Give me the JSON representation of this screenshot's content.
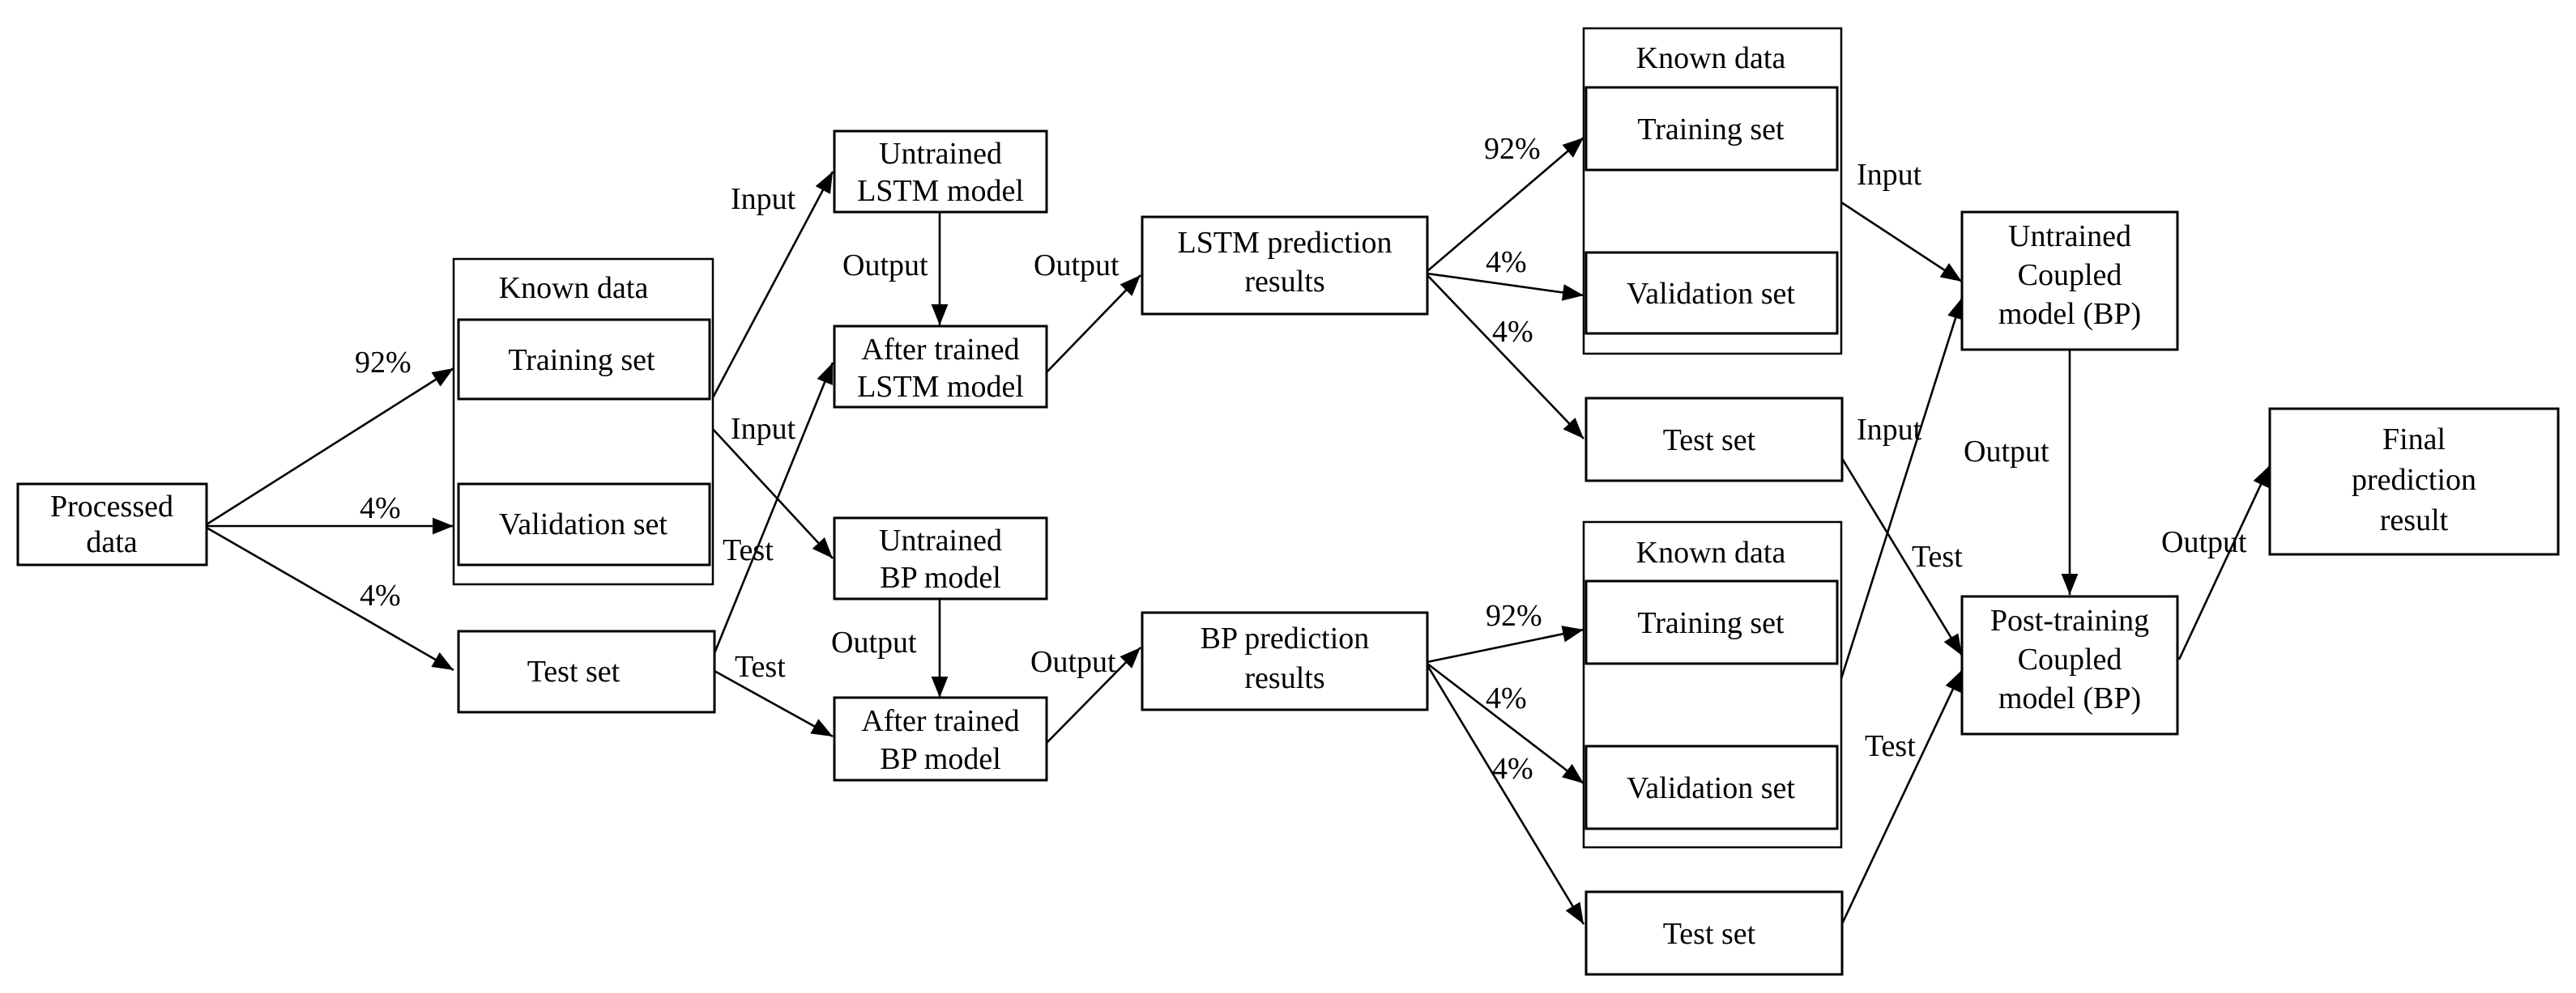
{
  "nodes": {
    "processed_data": [
      "Processed",
      "data"
    ],
    "known_data_1": "Known data",
    "training_set_1": "Training set",
    "validation_set_1": "Validation set",
    "test_set_1": "Test set",
    "untrained_lstm": [
      "Untrained",
      "LSTM model"
    ],
    "after_trained_lstm": [
      "After trained",
      "LSTM model"
    ],
    "untrained_bp": [
      "Untrained",
      "BP model"
    ],
    "after_trained_bp": [
      "After trained",
      "BP model"
    ],
    "lstm_results": [
      "LSTM prediction",
      "results"
    ],
    "bp_results": [
      "BP prediction",
      "results"
    ],
    "known_data_2": "Known data",
    "training_set_2": "Training set",
    "validation_set_2": "Validation set",
    "test_set_2": "Test set",
    "known_data_3": "Known data",
    "training_set_3": "Training set",
    "validation_set_3": "Validation set",
    "test_set_3": "Test set",
    "untrained_coupled": [
      "Untrained",
      "Coupled",
      "model (BP)"
    ],
    "post_training_coupled": [
      "Post-training",
      "Coupled",
      "model (BP)"
    ],
    "final_result": [
      "Final",
      "prediction",
      "result"
    ]
  },
  "edge_labels": {
    "p92_1": "92%",
    "p4a_1": "4%",
    "p4b_1": "4%",
    "input_lstm": "Input",
    "input_bp": "Input",
    "test_lstm": "Test",
    "test_bp": "Test",
    "output_lstm_train": "Output",
    "output_bp_train": "Output",
    "output_lstm_res": "Output",
    "output_bp_res": "Output",
    "p92_2": "92%",
    "p4a_2": "4%",
    "p4b_2": "4%",
    "p92_3": "92%",
    "p4a_3": "4%",
    "p4b_3": "4%",
    "input_coupled_1": "Input",
    "input_coupled_2": "Input",
    "test_coupled_1": "Test",
    "test_coupled_2": "Test",
    "output_coupled": "Output",
    "output_final": "Output"
  }
}
